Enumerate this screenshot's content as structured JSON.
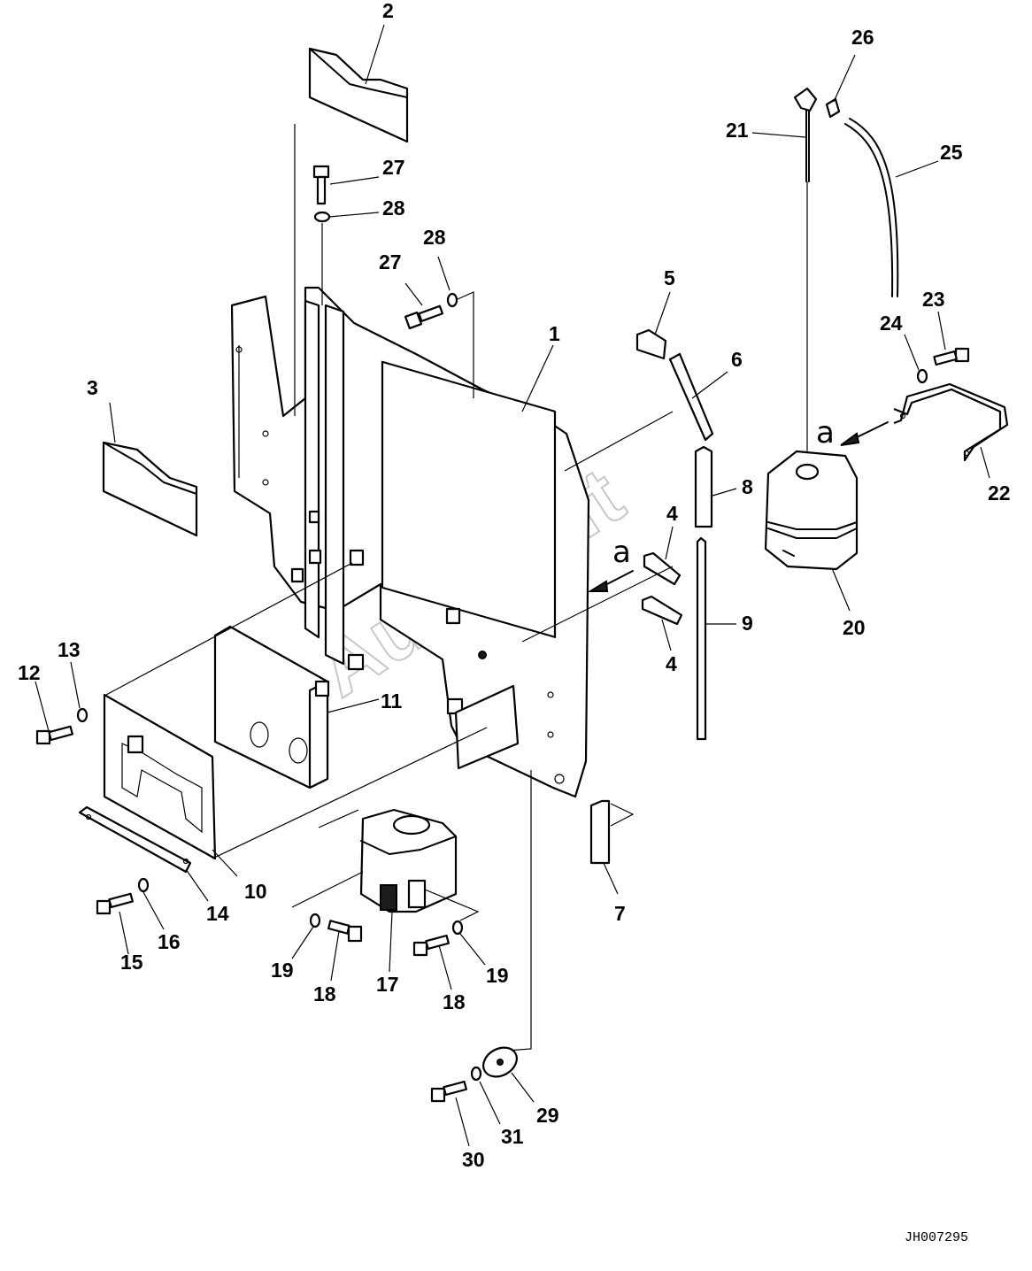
{
  "drawing": {
    "code": "JH007295",
    "watermark": "AutoSoft",
    "view_marker": "a"
  },
  "callouts": {
    "c1": "1",
    "c2": "2",
    "c3": "3",
    "c4a": "4",
    "c4b": "4",
    "c5": "5",
    "c6": "6",
    "c7": "7",
    "c8": "8",
    "c9": "9",
    "c10": "10",
    "c11": "11",
    "c12": "12",
    "c13": "13",
    "c14": "14",
    "c15": "15",
    "c16": "16",
    "c17": "17",
    "c18a": "18",
    "c18b": "18",
    "c19a": "19",
    "c19b": "19",
    "c20": "20",
    "c21": "21",
    "c22": "22",
    "c23": "23",
    "c24": "24",
    "c25": "25",
    "c26": "26",
    "c27a": "27",
    "c27b": "27",
    "c28a": "28",
    "c28b": "28",
    "c29": "29",
    "c30": "30",
    "c31": "31"
  }
}
